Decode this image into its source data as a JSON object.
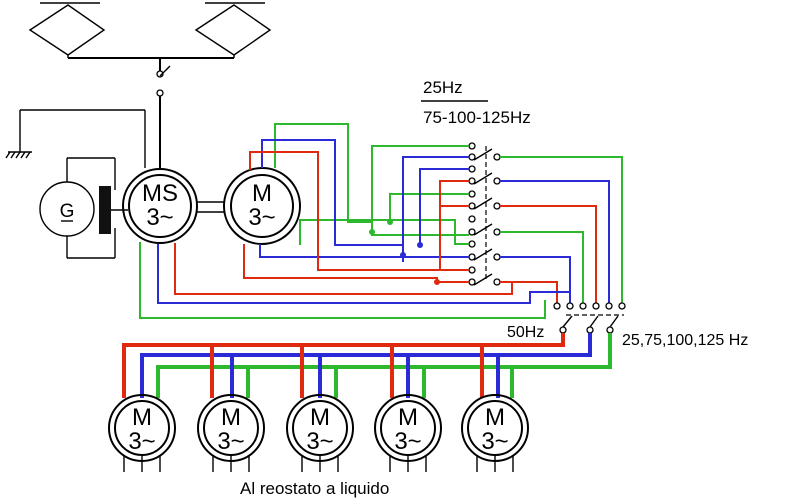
{
  "labels": {
    "freq_top": "25Hz",
    "freq_bottom": "75-100-125Hz",
    "left_switch": "50Hz",
    "right_switch": "25,75,100,125 Hz",
    "bottom": "Al reostato a liquido"
  },
  "machines": {
    "generator": "G",
    "ms_line1": "MS",
    "ms_line2": "3~",
    "motor_line1": "M",
    "motor_line2": "3~"
  },
  "colors": {
    "phase_r": "#e02a10",
    "phase_s": "#2a2ad6",
    "phase_t": "#2db82d",
    "wire": "#000000"
  }
}
